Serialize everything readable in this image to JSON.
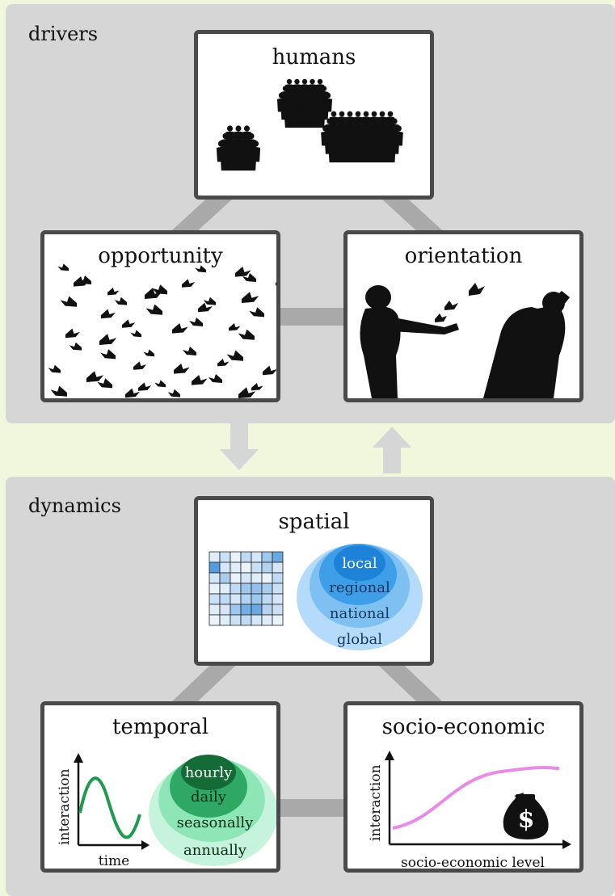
{
  "drivers": {
    "title": "drivers",
    "humans": {
      "title": "humans"
    },
    "opportunity": {
      "title": "opportunity"
    },
    "orientation": {
      "title": "orientation"
    }
  },
  "dynamics": {
    "title": "dynamics",
    "spatial": {
      "title": "spatial",
      "scales": [
        "local",
        "regional",
        "national",
        "global"
      ],
      "grid": [
        [
          0.15,
          0.25,
          0.1,
          0.3,
          0.2,
          0.45,
          0.7
        ],
        [
          0.8,
          0.2,
          0.15,
          0.1,
          0.25,
          0.35,
          0.2
        ],
        [
          0.2,
          0.4,
          0.1,
          0.2,
          0.15,
          0.1,
          0.3
        ],
        [
          0.1,
          0.15,
          0.3,
          0.45,
          0.5,
          0.4,
          0.25
        ],
        [
          0.25,
          0.3,
          0.2,
          0.35,
          0.45,
          0.3,
          0.2
        ],
        [
          0.15,
          0.2,
          0.45,
          0.65,
          0.7,
          0.35,
          0.25
        ],
        [
          0.1,
          0.15,
          0.25,
          0.3,
          0.2,
          0.15,
          0.1
        ]
      ]
    },
    "temporal": {
      "title": "temporal",
      "xlabel": "time",
      "ylabel": "interaction",
      "scales": [
        "hourly",
        "daily",
        "seasonally",
        "annually"
      ]
    },
    "socio": {
      "title": "socio-economic",
      "xlabel": "socio-economic level",
      "ylabel": "interaction",
      "money_symbol": "$"
    }
  },
  "colors": {
    "panel": "#d6d6d6",
    "box_border": "#4a4a4a",
    "connector": "#a9a9a9",
    "spatial_blue": "#1e82d8",
    "temporal_green": "#1f9a4f",
    "socio_pink": "#e98be6"
  }
}
